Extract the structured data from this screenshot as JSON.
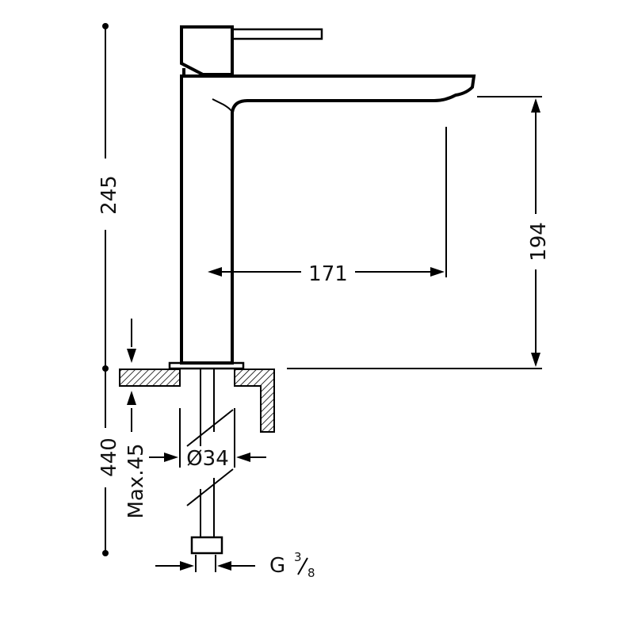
{
  "dimensions": {
    "total_height_label": "245",
    "spout_height_label": "194",
    "spout_reach_label": "171",
    "hose_length_label": "440",
    "max_deck_label": "Max.45",
    "hole_diameter_label": "Ø34",
    "thread_label_prefix": "G",
    "thread_num": "3",
    "thread_den": "8"
  },
  "colors": {
    "line": "#000000",
    "hatch": "#000000",
    "background": "#ffffff"
  }
}
